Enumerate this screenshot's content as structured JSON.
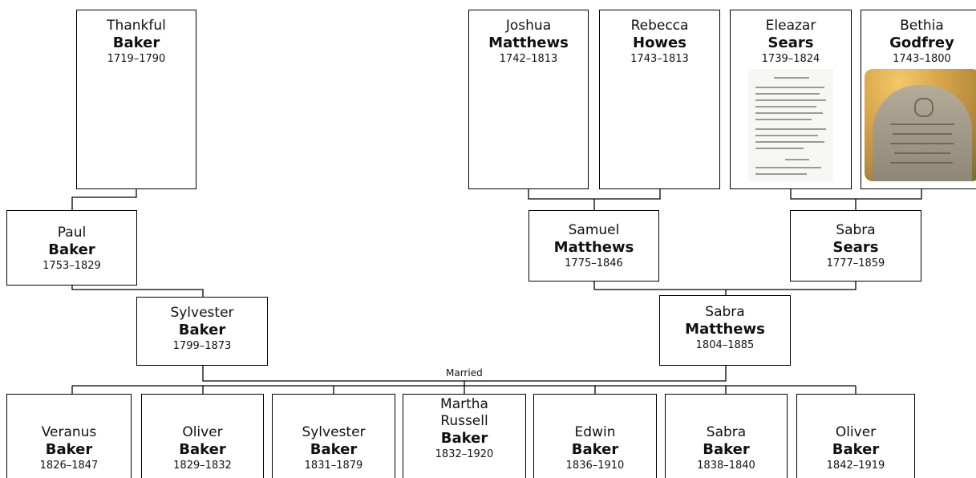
{
  "people": {
    "thankful": {
      "first": "Thankful",
      "last": "Baker",
      "years": "1719–1790"
    },
    "joshua": {
      "first": "Joshua",
      "last": "Matthews",
      "years": "1742–1813"
    },
    "rebecca": {
      "first": "Rebecca",
      "last": "Howes",
      "years": "1743–1813"
    },
    "eleazar": {
      "first": "Eleazar",
      "last": "Sears",
      "years": "1739–1824",
      "photo": "handwritten-document"
    },
    "bethia": {
      "first": "Bethia",
      "last": "Godfrey",
      "years": "1743–1800",
      "photo": "gravestone"
    },
    "paul": {
      "first": "Paul",
      "last": "Baker",
      "years": "1753–1829"
    },
    "samuel": {
      "first": "Samuel",
      "last": "Matthews",
      "years": "1775–1846"
    },
    "sabra_sears": {
      "first": "Sabra",
      "last": "Sears",
      "years": "1777–1859"
    },
    "sylvester_sr": {
      "first": "Sylvester",
      "last": "Baker",
      "years": "1799–1873"
    },
    "sabra_matthews": {
      "first": "Sabra",
      "last": "Matthews",
      "years": "1804–1885"
    },
    "children": [
      {
        "first": "Veranus",
        "last": "Baker",
        "years": "1826–1847"
      },
      {
        "first": "Oliver",
        "last": "Baker",
        "years": "1829–1832"
      },
      {
        "first": "Sylvester",
        "last": "Baker",
        "years": "1831–1879"
      },
      {
        "first": "Martha Russell",
        "last": "Baker",
        "years": "1832–1920"
      },
      {
        "first": "Edwin",
        "last": "Baker",
        "years": "1836–1910"
      },
      {
        "first": "Sabra",
        "last": "Baker",
        "years": "1838–1840"
      },
      {
        "first": "Oliver",
        "last": "Baker",
        "years": "1842–1919"
      }
    ]
  },
  "union_label": "Married",
  "colors": {
    "line": "#000000",
    "box_border": "#000000",
    "background": "#ffffff"
  }
}
